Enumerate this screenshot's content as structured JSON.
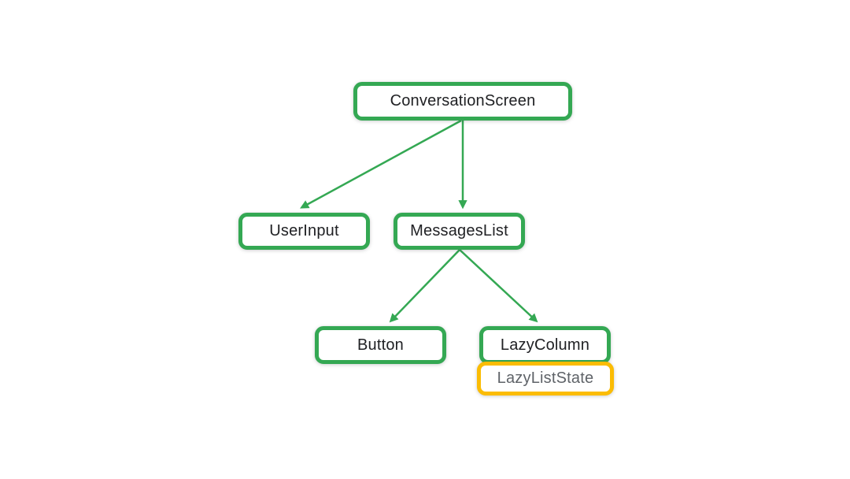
{
  "colors": {
    "green": "#34A853",
    "yellow": "#FBBC04",
    "text_dark": "#202124",
    "text_gray": "#5F6368",
    "background": "#FFFFFF"
  },
  "nodes": [
    {
      "label": "ConversationScreen",
      "kind": "composable"
    },
    {
      "label": "UserInput",
      "kind": "composable"
    },
    {
      "label": "MessagesList",
      "kind": "composable"
    },
    {
      "label": "Button",
      "kind": "composable"
    },
    {
      "label": "LazyColumn",
      "kind": "composable"
    },
    {
      "label": "LazyListState",
      "kind": "state"
    }
  ],
  "edges": [
    {
      "from": "ConversationScreen",
      "to": "UserInput"
    },
    {
      "from": "ConversationScreen",
      "to": "MessagesList"
    },
    {
      "from": "MessagesList",
      "to": "Button"
    },
    {
      "from": "MessagesList",
      "to": "LazyColumn"
    }
  ]
}
